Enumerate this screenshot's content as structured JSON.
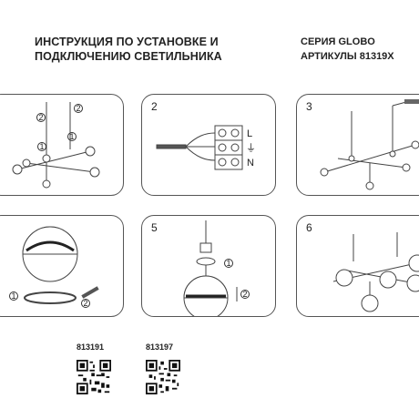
{
  "header": {
    "title_line1": "ИНСТРУКЦИЯ ПО УСТАНОВКЕ И",
    "title_line2": "ПОДКЛЮЧЕНИЮ СВЕТИЛЬНИКА",
    "series_line1": "СЕРИЯ GLOBO",
    "series_line2": "АРТИКУЛЫ 81319X"
  },
  "steps": [
    {
      "number": "",
      "callouts": [
        "2",
        "2",
        "1",
        "1"
      ]
    },
    {
      "number": "2",
      "terminal_labels": [
        "L",
        "⏚",
        "N"
      ]
    },
    {
      "number": "3"
    },
    {
      "number": "",
      "callouts": [
        "1",
        "2"
      ]
    },
    {
      "number": "5",
      "callouts": [
        "1",
        "2"
      ]
    },
    {
      "number": "6"
    }
  ],
  "articles": [
    {
      "code": "813191"
    },
    {
      "code": "813197"
    }
  ],
  "colors": {
    "line": "#555555",
    "accent": "#e8e8e8"
  }
}
